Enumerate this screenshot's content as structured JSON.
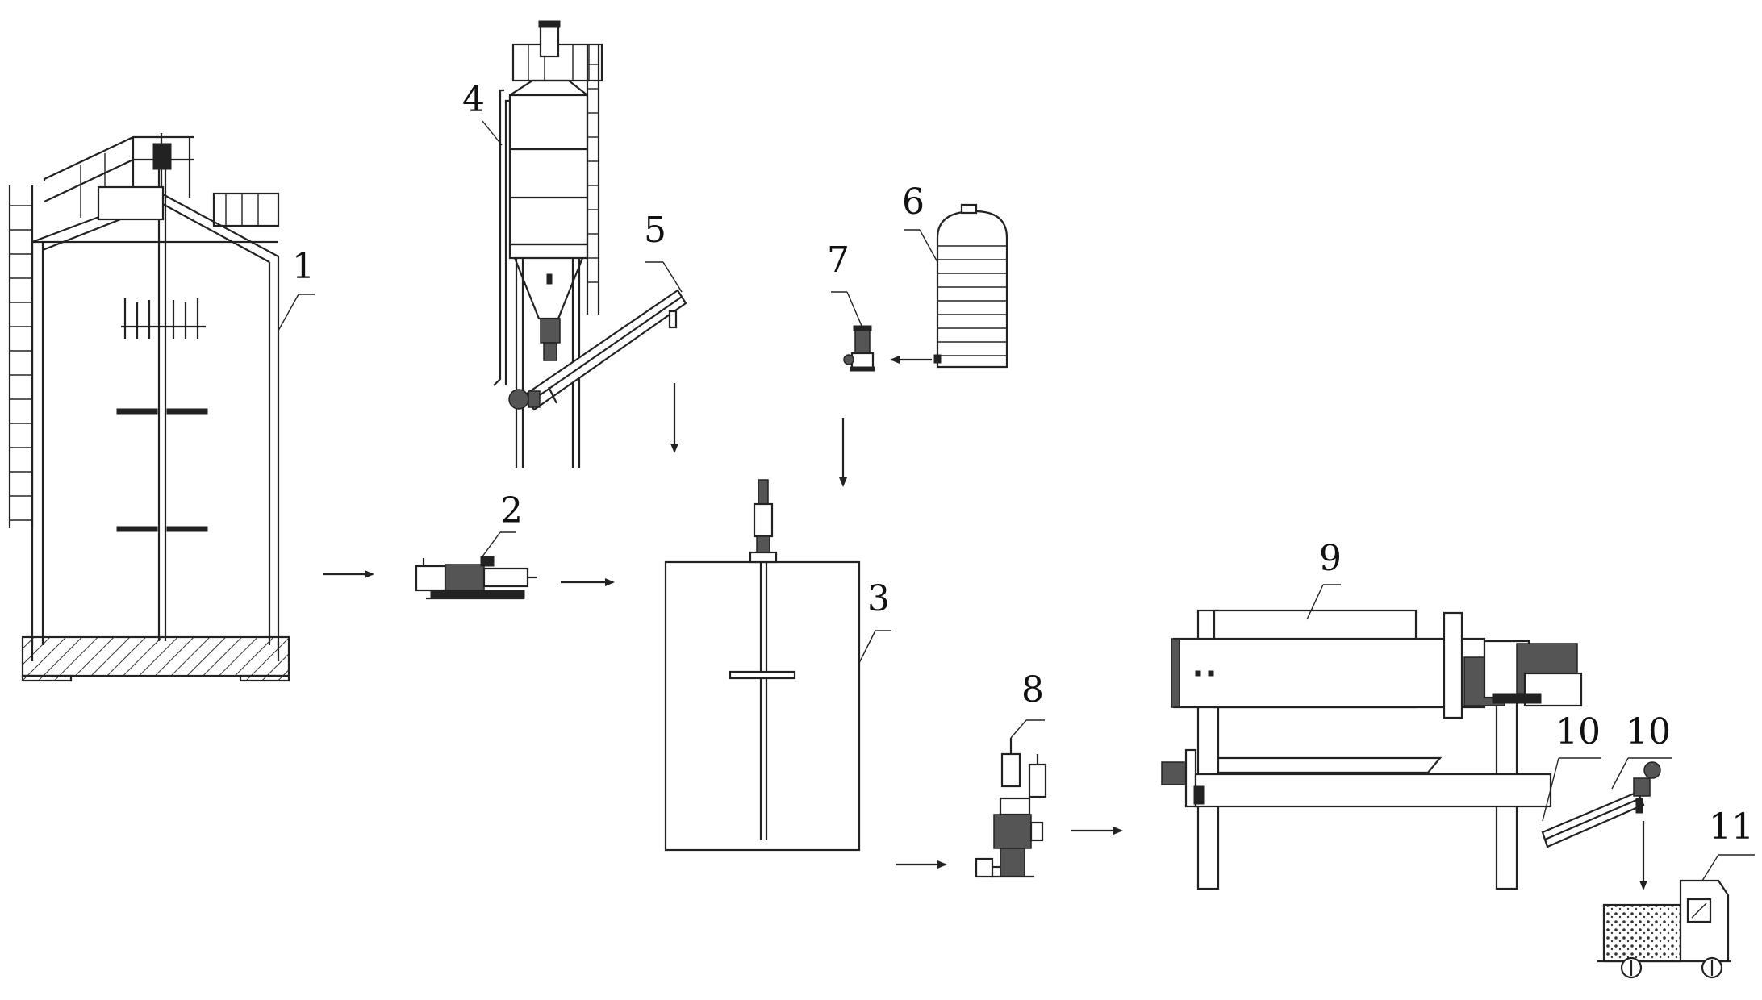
{
  "labels": {
    "l1": "1",
    "l2": "2",
    "l3": "3",
    "l4": "4",
    "l5": "5",
    "l6": "6",
    "l7": "7",
    "l8": "8",
    "l9": "9",
    "l10a": "10",
    "l10b": "10",
    "l11": "11"
  }
}
